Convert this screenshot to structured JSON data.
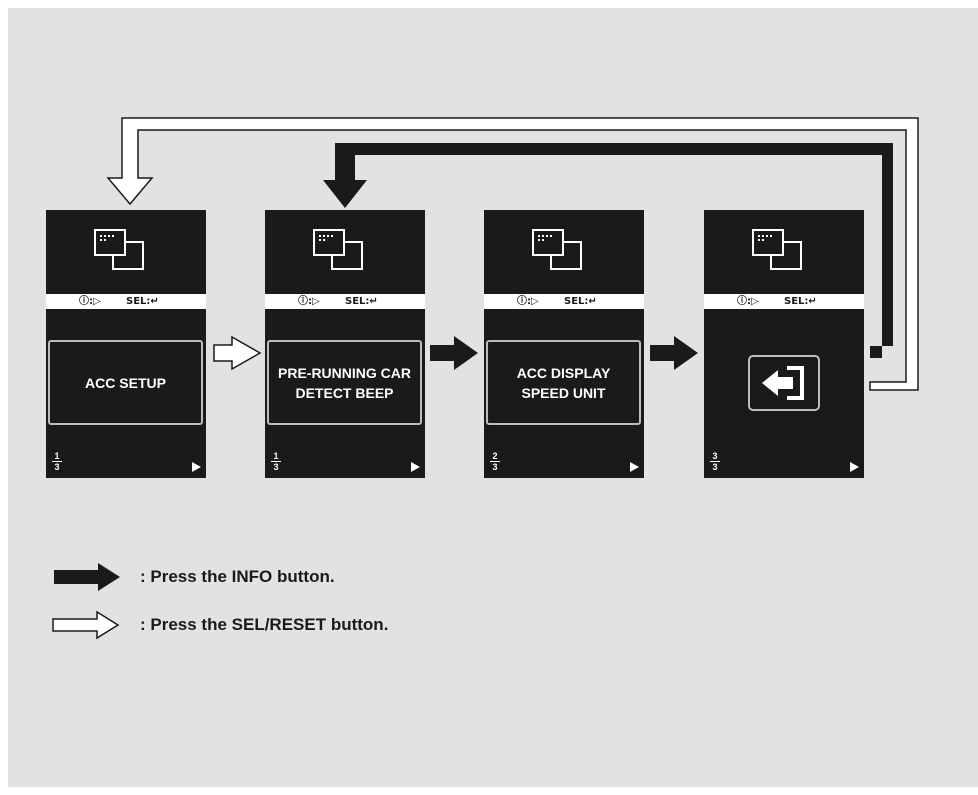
{
  "screens": [
    {
      "hint_info": "ⓘ:▷",
      "hint_sel": "SEL:↵",
      "label": "ACC SETUP",
      "page_top": "1",
      "page_bottom": "3"
    },
    {
      "hint_info": "ⓘ:▷",
      "hint_sel": "SEL:↵",
      "label": "PRE-RUNNING CAR\nDETECT BEEP",
      "page_top": "1",
      "page_bottom": "3"
    },
    {
      "hint_info": "ⓘ:▷",
      "hint_sel": "SEL:↵",
      "label": "ACC DISPLAY\nSPEED UNIT",
      "page_top": "2",
      "page_bottom": "3"
    },
    {
      "hint_info": "ⓘ:▷",
      "hint_sel": "SEL:↵",
      "icon": "back-return-icon",
      "page_top": "3",
      "page_bottom": "3"
    }
  ],
  "legend": {
    "info": ": Press the INFO button.",
    "sel": ": Press the SEL/RESET button."
  },
  "colors": {
    "background": "#e2e2e2",
    "screen": "#1a1a1a",
    "arrow_info": "#1a1a1a",
    "arrow_sel": "#ffffff"
  }
}
